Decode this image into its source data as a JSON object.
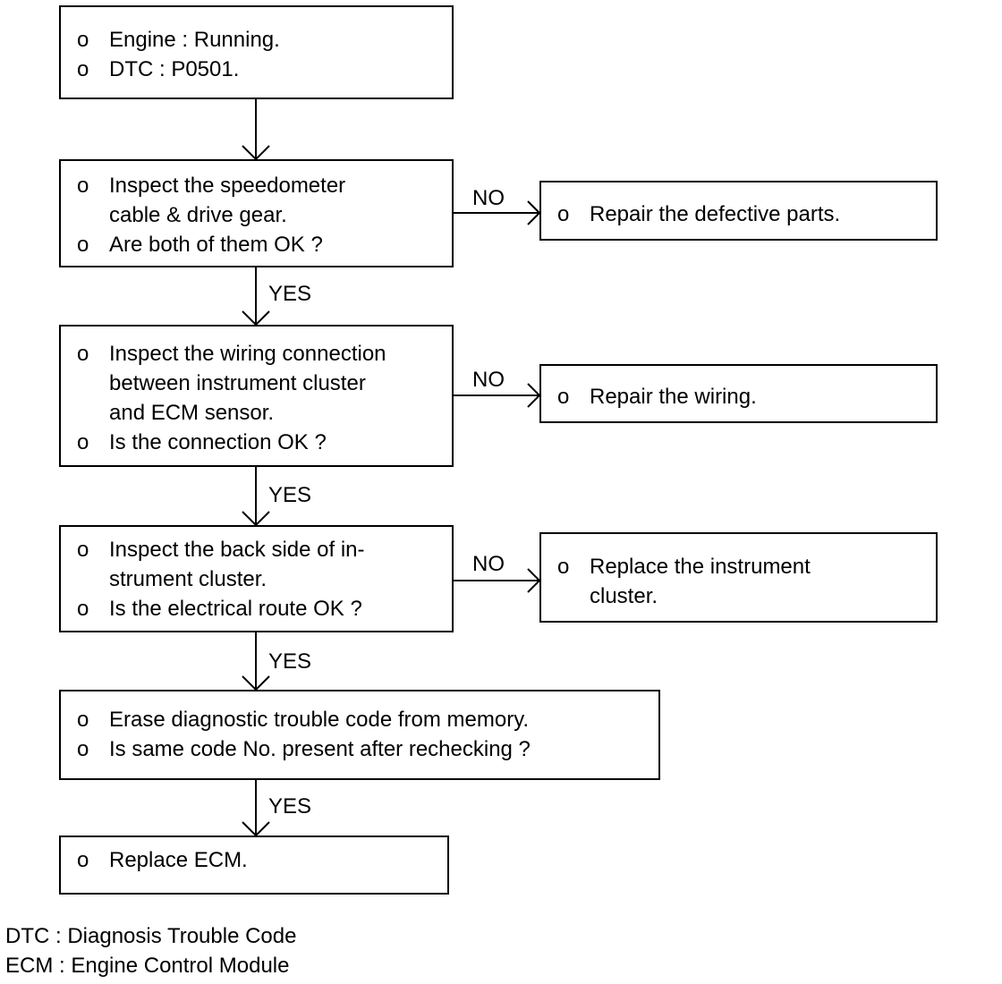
{
  "boxes": [
    {
      "id": "start",
      "lines": [
        {
          "bullet": "o",
          "text": "Engine : Running."
        },
        {
          "bullet": "o",
          "text": "DTC : P0501."
        }
      ]
    },
    {
      "id": "check-speedometer",
      "lines": [
        {
          "bullet": "o",
          "text": "Inspect the speedometer"
        },
        {
          "bullet": "",
          "text": "cable & drive gear."
        },
        {
          "bullet": "o",
          "text": "Are both of them OK ?"
        }
      ]
    },
    {
      "id": "check-wiring",
      "lines": [
        {
          "bullet": "o",
          "text": "Inspect the wiring connection"
        },
        {
          "bullet": "",
          "text": "between instrument cluster"
        },
        {
          "bullet": "",
          "text": "and ECM sensor."
        },
        {
          "bullet": "o",
          "text": "Is the connection OK ?"
        }
      ]
    },
    {
      "id": "check-backside",
      "lines": [
        {
          "bullet": "o",
          "text": "Inspect the back side of in-"
        },
        {
          "bullet": "",
          "text": "strument cluster."
        },
        {
          "bullet": "o",
          "text": "Is the electrical route OK ?"
        }
      ]
    },
    {
      "id": "erase-dtc",
      "lines": [
        {
          "bullet": "o",
          "text": "Erase diagnostic trouble code from memory."
        },
        {
          "bullet": "o",
          "text": "Is same code No. present after rechecking ?"
        }
      ]
    },
    {
      "id": "replace-ecm",
      "lines": [
        {
          "bullet": "o",
          "text": "Replace ECM."
        }
      ]
    },
    {
      "id": "repair-parts",
      "lines": [
        {
          "bullet": "o",
          "text": "Repair the defective parts."
        }
      ]
    },
    {
      "id": "repair-wiring",
      "lines": [
        {
          "bullet": "o",
          "text": "Repair the wiring."
        }
      ]
    },
    {
      "id": "replace-cluster",
      "lines": [
        {
          "bullet": "o",
          "text": "Replace the instrument"
        },
        {
          "bullet": "",
          "text": "cluster."
        }
      ]
    }
  ],
  "edge_labels": [
    "NO",
    "YES",
    "NO",
    "YES",
    "NO",
    "YES",
    "YES"
  ],
  "legend": [
    "DTC : Diagnosis Trouble Code",
    "ECM : Engine Control Module"
  ]
}
